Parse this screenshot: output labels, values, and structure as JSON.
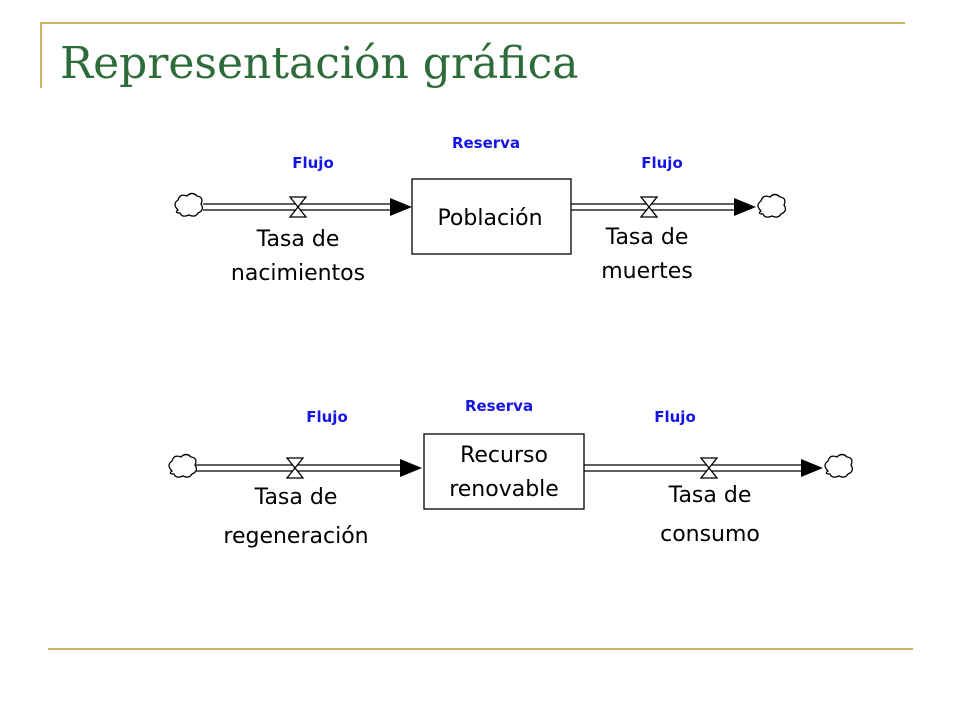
{
  "slide": {
    "title": "Representación gráfica"
  },
  "diagrams": [
    {
      "flow_in_label": "Flujo",
      "stock_tag": "Reserva",
      "flow_out_label": "Flujo",
      "stock_name": "Población",
      "inflow_rate": [
        "Tasa de",
        "nacimientos"
      ],
      "outflow_rate": [
        "Tasa de",
        "muertes"
      ]
    },
    {
      "flow_in_label": "Flujo",
      "stock_tag": "Reserva",
      "flow_out_label": "Flujo",
      "stock_name": [
        "Recurso",
        "renovable"
      ],
      "inflow_rate": [
        "Tasa de",
        "regeneración"
      ],
      "outflow_rate": [
        "Tasa de",
        "consumo"
      ]
    }
  ],
  "colors": {
    "title": "#2e6b3a",
    "rules": "#c9b56a",
    "labels_blue": "#1414e6"
  }
}
